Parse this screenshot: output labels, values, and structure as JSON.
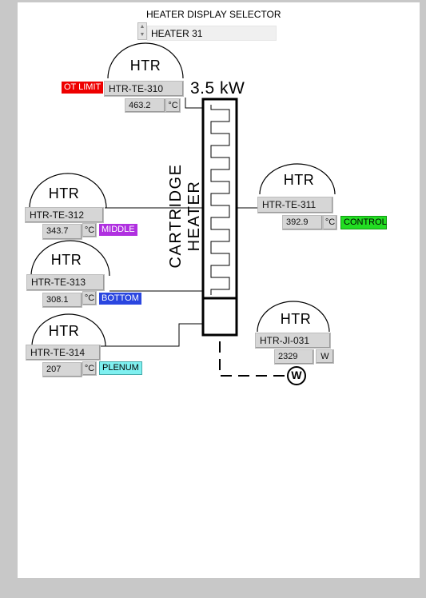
{
  "selector": {
    "title": "HEATER DISPLAY SELECTOR",
    "value": "HEATER 31"
  },
  "heater": {
    "power": "3.5 kW",
    "name": "CARTRIDGE HEATER"
  },
  "sensors": [
    {
      "label": "HTR",
      "tag": "HTR-TE-310",
      "value": "463.2",
      "unit": "°C",
      "badge": "OT LIMIT",
      "badge_bg": "#ee0000",
      "badge_fg": "#ffffff"
    },
    {
      "label": "HTR",
      "tag": "HTR-TE-311",
      "value": "392.9",
      "unit": "°C",
      "badge": "CONTROL",
      "badge_bg": "#22dd22",
      "badge_fg": "#000000"
    },
    {
      "label": "HTR",
      "tag": "HTR-TE-312",
      "value": "343.7",
      "unit": "°C",
      "badge": "MIDDLE",
      "badge_bg": "#b030e0",
      "badge_fg": "#ffffff"
    },
    {
      "label": "HTR",
      "tag": "HTR-TE-313",
      "value": "308.1",
      "unit": "°C",
      "badge": "BOTTOM",
      "badge_bg": "#2a46e0",
      "badge_fg": "#ffffff"
    },
    {
      "label": "HTR",
      "tag": "HTR-TE-314",
      "value": "207",
      "unit": "°C",
      "badge": "PLENUM",
      "badge_bg": "#7ff0f0",
      "badge_fg": "#000000"
    },
    {
      "label": "HTR",
      "tag": "HTR-JI-031",
      "value": "2329",
      "unit": "W"
    }
  ],
  "wattmeter": {
    "symbol": "W"
  }
}
